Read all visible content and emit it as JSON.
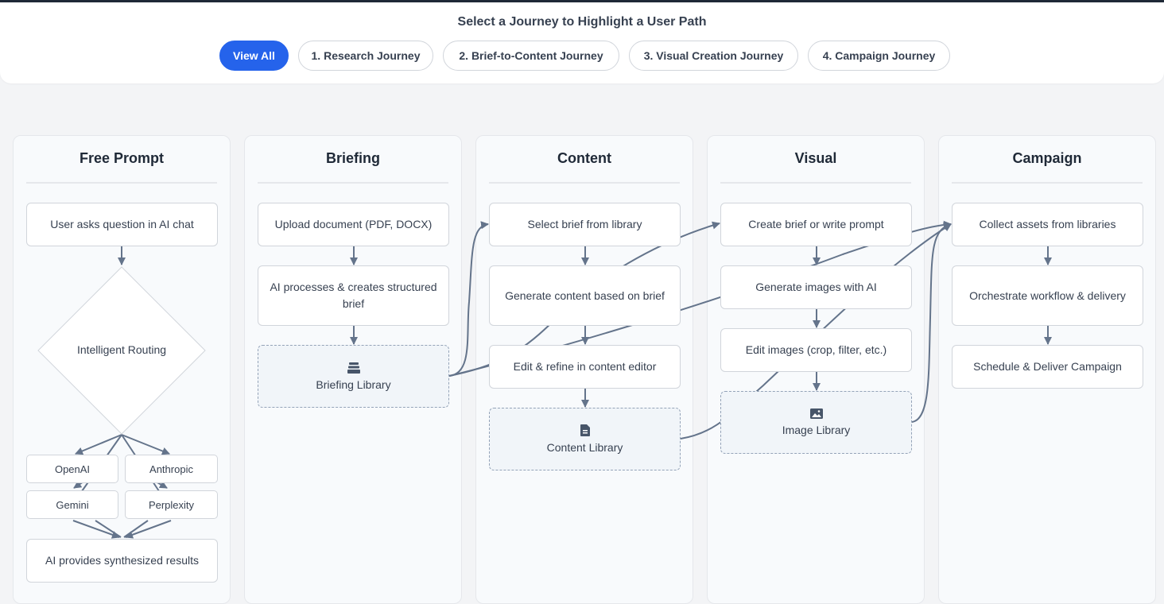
{
  "header": {
    "title": "Select a Journey to Highlight a User Path",
    "buttons": [
      "View All",
      "1. Research Journey",
      "2. Brief-to-Content Journey",
      "3. Visual Creation Journey",
      "4. Campaign Journey"
    ]
  },
  "columns": {
    "free_prompt": {
      "title": "Free Prompt",
      "ask": "User asks question in AI chat",
      "routing": "Intelligent Routing",
      "providers": [
        "OpenAI",
        "Anthropic",
        "Gemini",
        "Perplexity"
      ],
      "result": "AI provides synthesized results"
    },
    "briefing": {
      "title": "Briefing",
      "upload": "Upload document (PDF, DOCX)",
      "process": "AI processes & creates structured brief",
      "library": "Briefing Library"
    },
    "content": {
      "title": "Content",
      "select": "Select brief from library",
      "generate": "Generate content based on brief",
      "edit": "Edit & refine in content editor",
      "library": "Content Library"
    },
    "visual": {
      "title": "Visual",
      "create": "Create brief or write prompt",
      "generate": "Generate images with AI",
      "edit": "Edit images (crop, filter, etc.)",
      "library": "Image Library"
    },
    "campaign": {
      "title": "Campaign",
      "collect": "Collect assets from libraries",
      "orchestrate": "Orchestrate workflow & delivery",
      "schedule": "Schedule & Deliver Campaign"
    }
  },
  "colors": {
    "accent": "#2563eb",
    "connector": "#64748b",
    "border": "#d1d5db",
    "library_bg": "#f1f5f9"
  },
  "icons": {
    "briefing_library": "stack-icon",
    "content_library": "document-icon",
    "image_library": "image-icon"
  }
}
